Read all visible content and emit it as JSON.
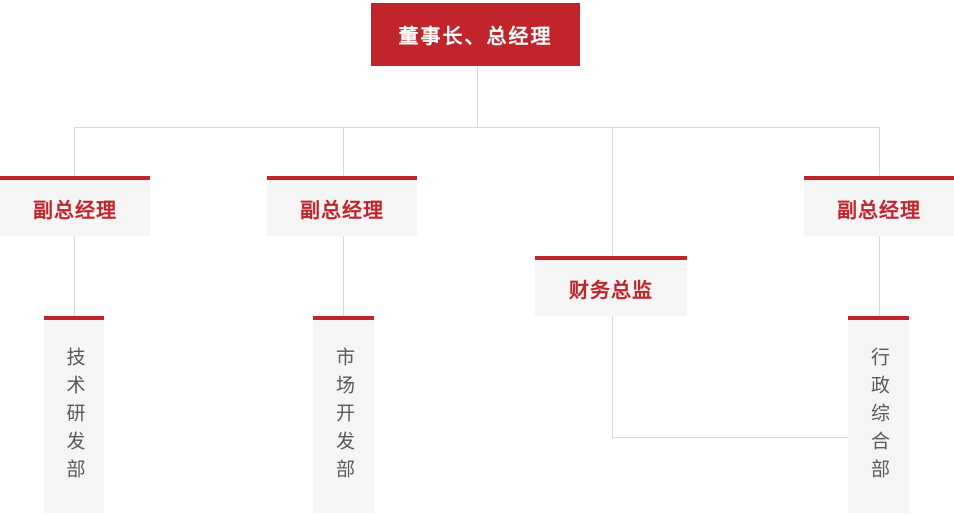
{
  "colors": {
    "accent_red": "#c2242c",
    "node_bg": "#f5f5f5",
    "line_gray": "#d9d9d9",
    "dept_text": "#595959",
    "root_text": "#ffffff",
    "canvas_bg": "#ffffff"
  },
  "org_chart": {
    "type": "org-tree",
    "root": {
      "label": "董事长、总经理"
    },
    "level2": [
      {
        "label": "副总经理"
      },
      {
        "label": "副总经理"
      },
      {
        "label": "财务总监"
      },
      {
        "label": "副总经理"
      }
    ],
    "departments": [
      {
        "label": "技术研发部"
      },
      {
        "label": "市场开发部"
      },
      {
        "label": "行政综合部"
      }
    ],
    "edges": [
      "root -> vice-gm-1",
      "root -> vice-gm-2",
      "root -> finance-director",
      "root -> vice-gm-3",
      "vice-gm-1 -> tech-rd-dept",
      "vice-gm-2 -> market-dev-dept",
      "vice-gm-3 -> admin-general-dept",
      "finance-director -> admin-general-dept"
    ]
  }
}
